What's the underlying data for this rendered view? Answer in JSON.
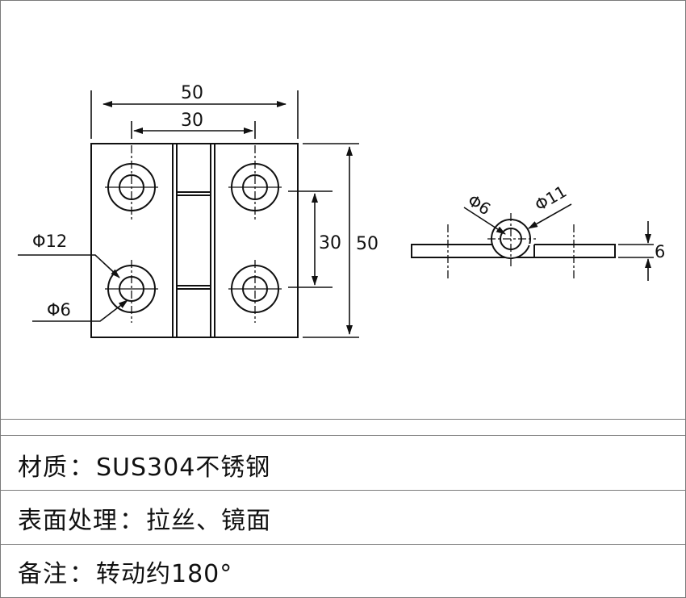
{
  "drawing": {
    "dims": {
      "width_total": "50",
      "hole_spacing_h": "30",
      "hole_spacing_v": "30",
      "height_total": "50",
      "counterbore": "Φ12",
      "hole": "Φ6",
      "side_hole": "Φ6",
      "knuckle": "Φ11",
      "thickness": "6"
    }
  },
  "specs": [
    {
      "label": "材质",
      "colon": "：",
      "value": "SUS304不锈钢"
    },
    {
      "label": "表面处理",
      "colon": "：",
      "value": "拉丝、镜面"
    },
    {
      "label": "备注",
      "colon": "：",
      "value": "转动约180°"
    }
  ]
}
